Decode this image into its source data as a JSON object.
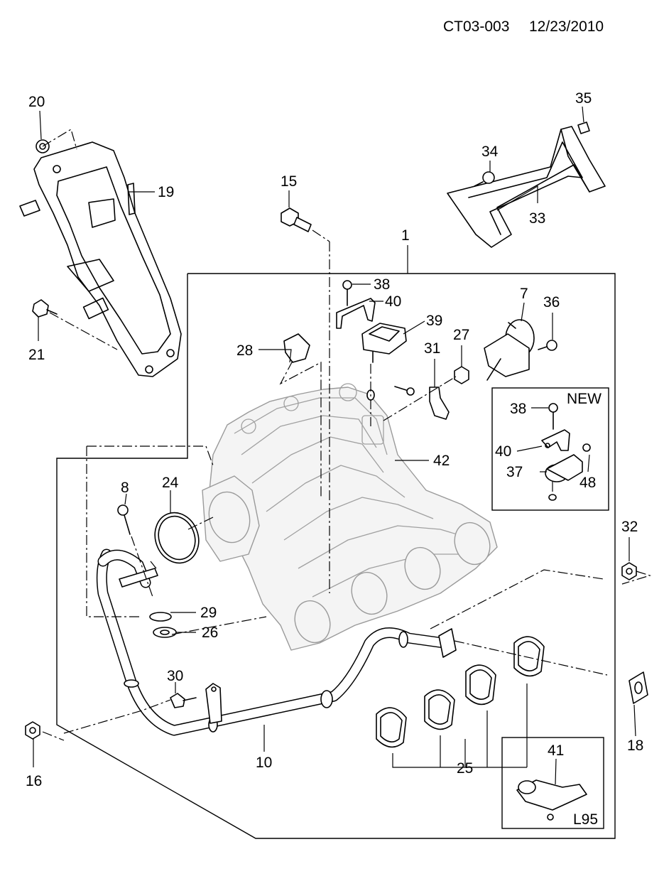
{
  "header": {
    "code": "CT03-003",
    "date": "12/23/2010"
  },
  "insets": {
    "new_label": "NEW",
    "l95_label": "L95"
  },
  "callouts": [
    {
      "id": "1",
      "text": "1"
    },
    {
      "id": "7",
      "text": "7"
    },
    {
      "id": "8",
      "text": "8"
    },
    {
      "id": "10",
      "text": "10"
    },
    {
      "id": "15",
      "text": "15"
    },
    {
      "id": "16",
      "text": "16"
    },
    {
      "id": "18",
      "text": "18"
    },
    {
      "id": "19",
      "text": "19"
    },
    {
      "id": "20",
      "text": "20"
    },
    {
      "id": "21",
      "text": "21"
    },
    {
      "id": "24",
      "text": "24"
    },
    {
      "id": "25",
      "text": "25"
    },
    {
      "id": "26",
      "text": "26"
    },
    {
      "id": "27",
      "text": "27"
    },
    {
      "id": "28",
      "text": "28"
    },
    {
      "id": "29",
      "text": "29"
    },
    {
      "id": "30",
      "text": "30"
    },
    {
      "id": "31",
      "text": "31"
    },
    {
      "id": "32",
      "text": "32"
    },
    {
      "id": "33",
      "text": "33"
    },
    {
      "id": "34",
      "text": "34"
    },
    {
      "id": "35",
      "text": "35"
    },
    {
      "id": "36",
      "text": "36"
    },
    {
      "id": "37",
      "text": "37"
    },
    {
      "id": "38a",
      "text": "38"
    },
    {
      "id": "38b",
      "text": "38"
    },
    {
      "id": "39",
      "text": "39"
    },
    {
      "id": "40a",
      "text": "40"
    },
    {
      "id": "40b",
      "text": "40"
    },
    {
      "id": "41",
      "text": "41"
    },
    {
      "id": "42",
      "text": "42"
    },
    {
      "id": "48",
      "text": "48"
    }
  ]
}
